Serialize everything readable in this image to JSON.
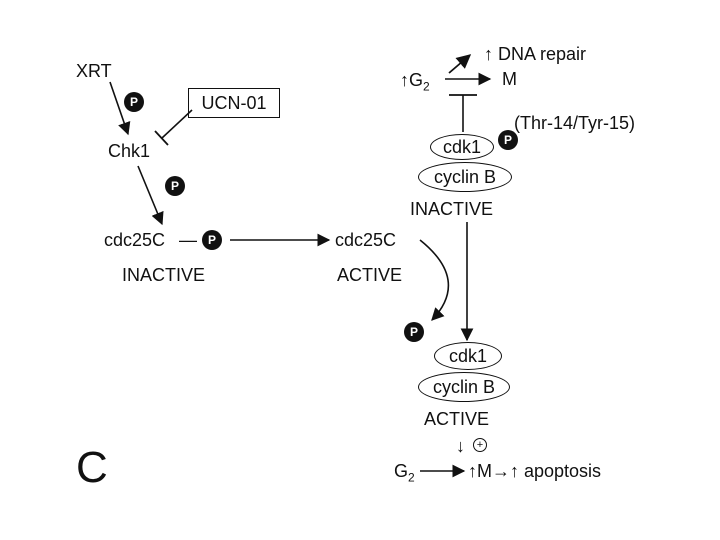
{
  "labels": {
    "xrt": "XRT",
    "ucn": "UCN-01",
    "chk1": "Chk1",
    "cdc25c_left": "cdc25C",
    "inactive_left": "INACTIVE",
    "cdc25c_right": "cdc25C",
    "active_mid": "ACTIVE",
    "g2_top": "↑G",
    "g2_top_sub": "2",
    "m_top": "M",
    "dna_repair": "↑ DNA repair",
    "thr": "(Thr-14/Tyr-15)",
    "cdk1_top": "cdk1",
    "cyclinb_top": "cyclin B",
    "inactive_right": "INACTIVE",
    "cdk1_bottom": "cdk1",
    "cyclinb_bottom": "cyclin B",
    "active_bottom": "ACTIVE",
    "down_arrow": "↓",
    "plus": "+",
    "g2_bottom": "G",
    "g2_bottom_sub": "2",
    "m_apoptosis": "↑M→↑ apoptosis",
    "panel": "C",
    "phospho": "P"
  }
}
